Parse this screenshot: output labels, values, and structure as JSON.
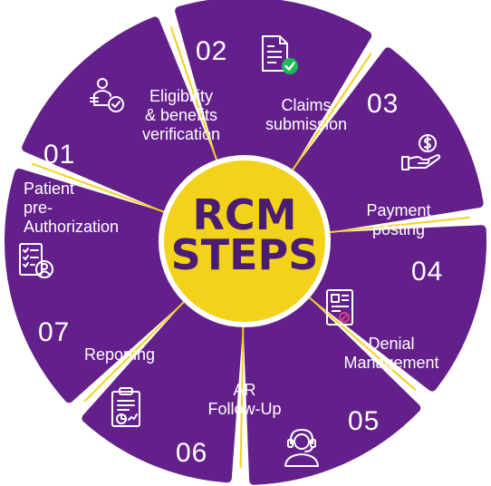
{
  "center": {
    "title": "RCM\nSTEPS"
  },
  "colors": {
    "segment": "#63208b",
    "divider": "#f5d020",
    "center_fill": "#f2d21a",
    "center_ring": "#ffffff",
    "center_text": "#4b1c73",
    "check": "#1db954",
    "icon_line": "#ffffff"
  },
  "steps": [
    {
      "number": "01",
      "label": "Patient\npre-\nAuthorization",
      "icon": "checklist-user-icon"
    },
    {
      "number": "02",
      "label": "Eligibility\n& benefits\nverification",
      "icon": "user-verify-icon"
    },
    {
      "number": "03",
      "label": "Claims\nsubmission",
      "icon": "document-check-icon"
    },
    {
      "number": "04",
      "label": "Payment\nposting",
      "icon": "hand-dollar-icon"
    },
    {
      "number": "05",
      "label": "Denial\nManagement",
      "icon": "denied-document-icon"
    },
    {
      "number": "06",
      "label": "AR\nFollow-Up",
      "icon": "headset-agent-icon"
    },
    {
      "number": "07",
      "label": "Reporting",
      "icon": "clipboard-report-icon"
    }
  ]
}
